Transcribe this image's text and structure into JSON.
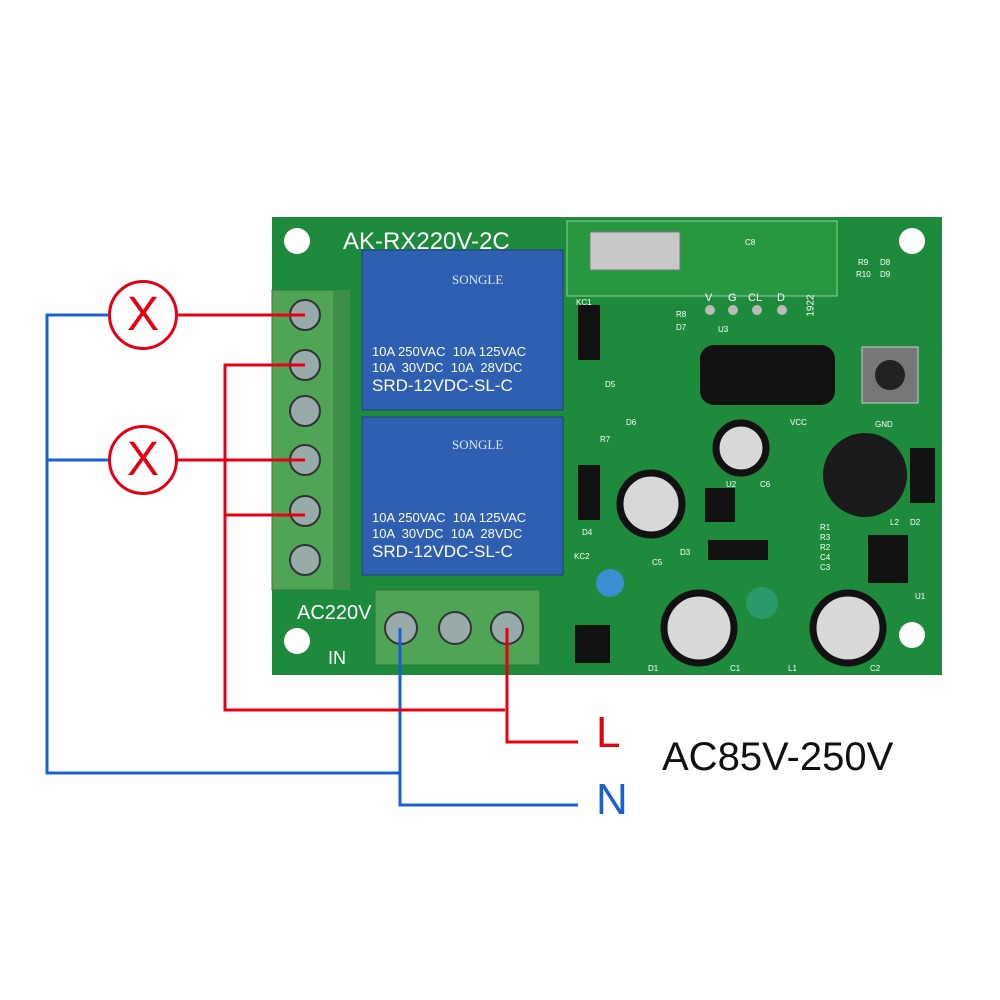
{
  "board": {
    "model": "AK-RX220V-2C",
    "input_label": "AC220V",
    "in_label": "IN",
    "relays": [
      {
        "brand": "SONGLE",
        "rating_1": "10A 250VAC  10A 125VAC",
        "rating_2": "10A  30VDC  10A  28VDC",
        "part": "SRD-12VDC-SL-C"
      },
      {
        "brand": "SONGLE",
        "rating_1": "10A 250VAC  10A 125VAC",
        "rating_2": "10A  30VDC  10A  28VDC",
        "part": "SRD-12VDC-SL-C"
      }
    ],
    "header_pins": [
      "V",
      "G",
      "CL",
      "D"
    ],
    "silkscreen": [
      "C8",
      "R9",
      "D8",
      "R10",
      "D9",
      "KC1",
      "R8",
      "D7",
      "U3",
      "1922",
      "D5",
      "D6",
      "R7",
      "VCC",
      "GND",
      "U2",
      "C6",
      "L2",
      "D2",
      "R1",
      "R3",
      "R2",
      "C4",
      "C3",
      "D4",
      "D3",
      "C5",
      "KC2",
      "U1",
      "D1",
      "C1",
      "L1",
      "C2"
    ]
  },
  "wiring": {
    "loads": [
      {
        "symbol": "X"
      },
      {
        "symbol": "X"
      }
    ],
    "live_label": "L",
    "neutral_label": "N",
    "voltage_range": "AC85V-250V",
    "colors": {
      "live": "#e60012",
      "neutral": "#1a5fd6",
      "board": "#1e8a3c",
      "relay": "#2f5fb0",
      "terminal": "#4fa455"
    }
  }
}
